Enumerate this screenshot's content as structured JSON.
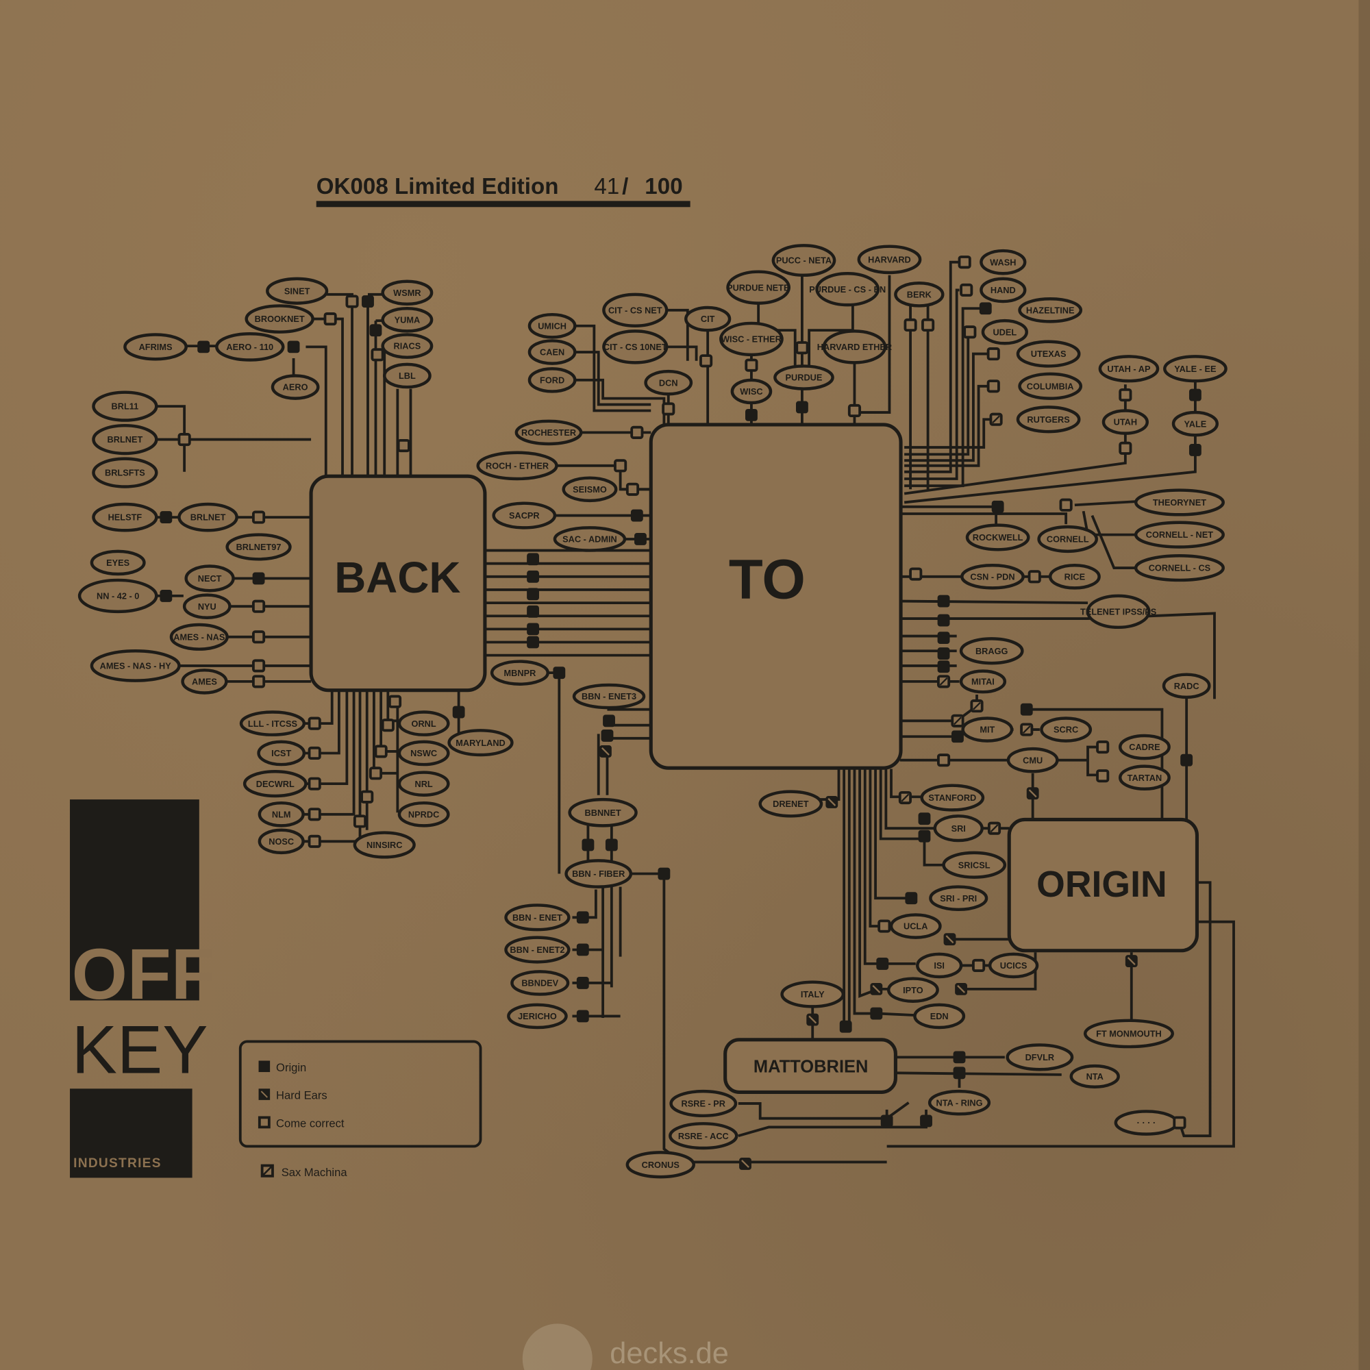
{
  "title": {
    "text": "OK008 Limited Edition",
    "edition_number": "41",
    "edition_total": "100",
    "edition_separator": "/"
  },
  "hubs": {
    "back": "BACK",
    "to": "TO",
    "origin": "ORIGIN",
    "mattobrien": "MATTOBRIEN"
  },
  "nodes": {
    "sinet": "SINET",
    "brooknet": "BROOKNET",
    "afrims": "AFRIMS",
    "aero110": "AERO - 110",
    "aero": "AERO",
    "wsmr": "WSMR",
    "yuma": "YUMA",
    "riacs": "RIACS",
    "lbl": "LBL",
    "brl1": "BRL11",
    "brl2": "BRLNET",
    "brl3": "BRLSFTS",
    "brl4": "HELSTF",
    "brl5": "BRLNET",
    "brlnet97": "BRLNET97",
    "eyes": "EYES",
    "nect": "NECT",
    "nn": "NN - 42 - 0",
    "nyu": "NYU",
    "ames_nas": "AMES - NAS",
    "ames_nas_hy": "AMES - NAS - HY",
    "ames": "AMES",
    "lll_itcss": "LLL - ITCSS",
    "icst": "ICST",
    "decwrl": "DECWRL",
    "nlm": "NLM",
    "nosc": "NOSC",
    "ninsirc": "NINSIRC",
    "ornl": "ORNL",
    "nswc": "NSWC",
    "nrl": "NRL",
    "nprdc": "NPRDC",
    "maryland": "MARYLAND",
    "mbnpr": "MBNPR",
    "umich": "UMICH",
    "caen": "CAEN",
    "ford": "FORD",
    "citcs_net": "CIT - CS NET",
    "citcs_10net": "CIT - CS 10NET",
    "cit": "CIT",
    "dcn": "DCN",
    "purdue_netb": "PURDUE NETB",
    "pucc_neta": "PUCC - NETA",
    "purdue_csen": "PURDUE - CS - EN",
    "wisc_ether": "WISC - ETHER",
    "wisc": "WISC",
    "purdue": "PURDUE",
    "harvard": "HARVARD",
    "harvard_ether": "HARVARD ETHER",
    "berk": "BERK",
    "wash": "WASH",
    "hand": "HAND",
    "hazeltine": "HAZELTINE",
    "udel": "UDEL",
    "utexas": "UTEXAS",
    "columbia": "COLUMBIA",
    "rutgers": "RUTGERS",
    "utah_ap": "UTAH - AP",
    "utah": "UTAH",
    "yale_ee": "YALE - EE",
    "yale": "YALE",
    "rochester": "ROCHESTER",
    "roch_ether": "ROCH - ETHER",
    "seismo": "SEISMO",
    "sacpr": "SACPR",
    "sac_admin": "SAC - ADMIN",
    "rockwell": "ROCKWELL",
    "cornell": "CORNELL",
    "theorynet": "THEORYNET",
    "cornell_net": "CORNELL - NET",
    "cornell_cs": "CORNELL - CS",
    "csn_pdn": "CSN - PDN",
    "rice": "RICE",
    "telenet": "TELENET IPSS/PS",
    "bragg": "BRAGG",
    "mitai": "MITAI",
    "mit": "MIT",
    "scrc": "SCRC",
    "radc": "RADC",
    "cmu": "CMU",
    "cadre": "CADRE",
    "tartan": "TARTAN",
    "bbn_enet3": "BBN - ENET3",
    "bbnnet": "BBNNET",
    "bbn_fiber": "BBN - FIBER",
    "bbn_enet": "BBN - ENET",
    "bbn_enet2": "BBN - ENET2",
    "bbndev": "BBNDEV",
    "jericho": "JERICHO",
    "drenet": "DRENET",
    "stanford": "STANFORD",
    "sri": "SRI",
    "sricsl": "SRICSL",
    "sri_pri": "SRI - PRI",
    "ucla": "UCLA",
    "isi": "ISI",
    "ucics": "UCICS",
    "ipto": "IPTO",
    "edn": "EDN",
    "italy": "ITALY",
    "ft_monmouth": "FT MONMOUTH",
    "dfvlr": "DFVLR",
    "nta": "NTA",
    "nta_ring": "NTA - RING",
    "rsre_pr": "RSRE - PR",
    "rsre_acc": "RSRE - ACC",
    "cronus": "CRONUS",
    "unknown": "· · · ·"
  },
  "legend": {
    "items": [
      {
        "symbol": "filled-square",
        "label": "Origin"
      },
      {
        "symbol": "hatched-square",
        "label": "Hard Ears"
      },
      {
        "symbol": "open-square",
        "label": "Come correct"
      }
    ],
    "extra": {
      "symbol": "slashed-square",
      "label": "Sax Machina"
    }
  },
  "logo": {
    "line1": "OFF",
    "line2": "KEY",
    "line3": "INDUSTRIES"
  },
  "watermark": {
    "text": "decks.de"
  },
  "colors": {
    "paper": "#8c7150",
    "ink": "#1e1c18"
  }
}
